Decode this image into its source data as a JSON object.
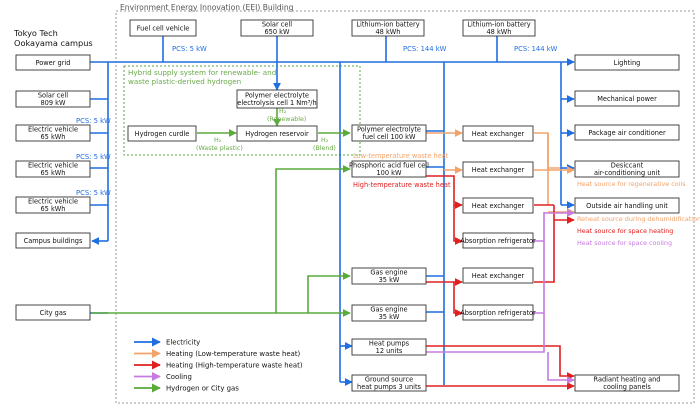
{
  "building_title": "Environment Energy Innovation (EEI) Building",
  "campus": [
    "Tokyo Tech",
    "Ookayama campus"
  ],
  "colors": {
    "electricity": "#1f6fe0",
    "heat_low": "#f2a36b",
    "heat_high": "#e02020",
    "cooling": "#c77be0",
    "hydrogen": "#5aaa3c",
    "box_border": "#333333",
    "hydrogen_label": "#6aaa4a",
    "subsystem_border": "#5aaa3c"
  },
  "boxes": {
    "fuel_cell_vehicle": [
      "Fuel cell vehicle"
    ],
    "solar_cell_top": [
      "Solar cell",
      "650 kW"
    ],
    "li_battery_1": [
      "Lithium-ion battery",
      "48 kWh"
    ],
    "li_battery_2": [
      "Lithium-ion battery",
      "48 kWh"
    ],
    "power_grid": [
      "Power grid"
    ],
    "solar_cell_left": [
      "Solar cell",
      "809 kW"
    ],
    "ev_1": [
      "Electric vehicle",
      "65 kWh"
    ],
    "ev_2": [
      "Electric vehicle",
      "65 kWh"
    ],
    "ev_3": [
      "Electric vehicle",
      "65 kWh"
    ],
    "campus_buildings": [
      "Campus buildings"
    ],
    "city_gas": [
      "City gas"
    ],
    "pem_electrolysis": [
      "Polymer electrolyte",
      "electrolysis cell 1 Nm³/h"
    ],
    "hydrogen_curdle": [
      "Hydrogen curdle"
    ],
    "hydrogen_reservoir": [
      "Hydrogen reservoir"
    ],
    "pefc": [
      "Polymer electrolyte",
      "fuel cell 100 kW"
    ],
    "pafc": [
      "Phosphoric acid fuel cell",
      "100 kW"
    ],
    "gas_engine_1": [
      "Gas engine",
      "35 kW"
    ],
    "gas_engine_2": [
      "Gas engine",
      "35 kW"
    ],
    "heat_pumps": [
      "Heat pumps",
      "12 units"
    ],
    "ground_source": [
      "Ground source",
      "heat pumps 3 units"
    ],
    "hx_1": [
      "Heat exchanger"
    ],
    "hx_2": [
      "Heat exchanger"
    ],
    "hx_3": [
      "Heat exchanger"
    ],
    "hx_4": [
      "Heat exchanger"
    ],
    "abs_ref_1": [
      "Absorption refrigerator"
    ],
    "abs_ref_2": [
      "Absorption refrigerator"
    ],
    "lighting": [
      "Lighting"
    ],
    "mechanical_power": [
      "Mechanical power"
    ],
    "package_ac": [
      "Package air conditioner"
    ],
    "desiccant": [
      "Desiccant",
      "air-conditioning unit"
    ],
    "outside_air": [
      "Outside air handling unit"
    ],
    "radiant": [
      "Radiant heating and",
      "cooling panels"
    ]
  },
  "labels": {
    "pcs_fcv": "PCS: 5 kW",
    "pcs_batt1": "PCS: 144 kW",
    "pcs_batt2": "PCS: 144 kW",
    "pcs_ev1": "PCS: 5 kW",
    "pcs_ev2": "PCS: 5 kW",
    "pcs_ev3": "PCS: 5 kW",
    "hybrid_title": [
      "Hybrid supply system for renewable- and",
      "waste plastic-derived hydrogen"
    ],
    "h2_renewable": [
      "H₂",
      "(Renewable)"
    ],
    "h2_waste": [
      "H₂",
      "(Waste plastic)"
    ],
    "h2_blend": [
      "H₂",
      "(Blend)"
    ],
    "low_temp_waste_heat": "Low-temperature waste heat",
    "high_temp_waste_heat": "High-temperature waste heat",
    "heat_regen": "Heat source for regenerative coils",
    "reheat": "Reheat source during dehumidification",
    "space_heating": "Heat source for space heating",
    "space_cooling": "Heat source for space cooling"
  },
  "legend": [
    {
      "label": "Electricity",
      "color": "#1f6fe0"
    },
    {
      "label": "Heating (Low-temperature waste heat)",
      "color": "#f2a36b"
    },
    {
      "label": "Heating (High-temperature waste heat)",
      "color": "#e02020"
    },
    {
      "label": "Cooling",
      "color": "#c77be0"
    },
    {
      "label": "Hydrogen or City gas",
      "color": "#5aaa3c"
    }
  ]
}
